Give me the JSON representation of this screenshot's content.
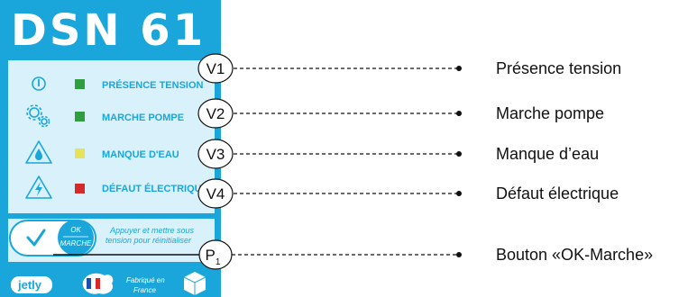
{
  "panel": {
    "title": "DSN 61",
    "rows": [
      {
        "label": "PRÉSENCE TENSION",
        "led_color": "#2e9e3e",
        "icon": "power-icon"
      },
      {
        "label": "MARCHE POMPE",
        "led_color": "#2e9e3e",
        "icon": "gears-icon"
      },
      {
        "label": "MANQUE D'EAU",
        "led_color": "#e6e35a",
        "icon": "water-drop-warning-icon"
      },
      {
        "label": "DÉFAUT ÉLECTRIQUE",
        "led_color": "#d62a2a",
        "icon": "electric-warning-icon"
      }
    ],
    "button": {
      "ok_line1": "OK",
      "ok_line2": "MARCHE",
      "instruction_line1": "Appuyer et mettre sous",
      "instruction_line2": "tension pour réinitialiser"
    },
    "footer": {
      "brand": "jetly",
      "made_line1": "Fabriqué en",
      "made_line2": "France"
    },
    "colors": {
      "accent": "#1aa6db",
      "panel_light": "#d9f1fb"
    }
  },
  "callouts": [
    {
      "tag": "V1",
      "description": "Présence tension"
    },
    {
      "tag": "V2",
      "description": "Marche pompe"
    },
    {
      "tag": "V3",
      "description": "Manque d’eau"
    },
    {
      "tag": "V4",
      "description": "Défaut électrique"
    },
    {
      "tag": "P",
      "tag_sub": "1",
      "description": "Bouton «OK-Marche»"
    }
  ]
}
